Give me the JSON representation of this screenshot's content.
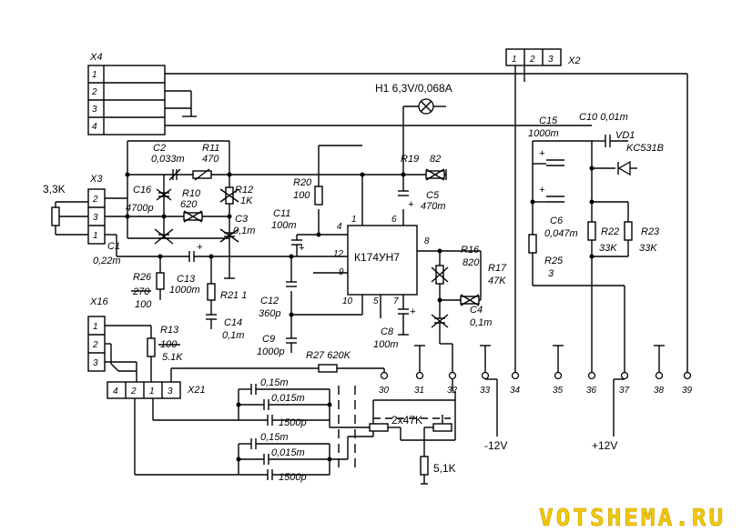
{
  "watermark": "VOTSHEMA.RU",
  "connectors": {
    "x4": "X4",
    "x3": "X3",
    "x2": "X2",
    "x16": "X16",
    "x21": "X21",
    "x4_pins": [
      "1",
      "2",
      "3",
      "4"
    ],
    "x3_pins": [
      "2",
      "3",
      "1"
    ],
    "x2_pins": [
      "1",
      "2",
      "3"
    ],
    "x16_pins": [
      "1",
      "2",
      "3"
    ],
    "x21_pins": [
      "4",
      "2",
      "1",
      "3"
    ]
  },
  "lamp": "H1 6,3V/0,068A",
  "ic": {
    "name": "К174УН7",
    "pins": [
      "1",
      "6",
      "4",
      "12",
      "9",
      "10",
      "5",
      "7",
      "8"
    ]
  },
  "components": {
    "ext_pot": "3,3K",
    "c1": "C1",
    "c1_val": "0,22m",
    "c2": "C2",
    "c2_val": "0,033m",
    "c16": "C16",
    "c16_val": "4700p",
    "r11": "R11",
    "r11_val": "470",
    "r10": "R10",
    "r10_val": "620",
    "r12": "R12",
    "r12_val": "1K",
    "c3": "C3",
    "c3_val": "0,1m",
    "r19": "R19",
    "r19_val": "82",
    "c5": "C5",
    "c5_val": "470m",
    "r20": "R20",
    "r20_val": "100",
    "c11": "C11",
    "c11_val": "100m",
    "c13": "C13",
    "c13_val": "1000m",
    "r26": "R26",
    "r26_old": "270",
    "r26_val": "100",
    "r21": "R21 1",
    "c14": "C14",
    "c14_val": "0,1m",
    "c12": "C12",
    "c12_val": "360p",
    "c9": "C9",
    "c9_val": "1000p",
    "r13": "R13",
    "r13_old": "100",
    "r13_val": "5.1K",
    "r27": "R27 620K",
    "c8": "C8",
    "c8_val": "100m",
    "r16": "R16",
    "r16_val": "820",
    "r17": "R17",
    "r17_val": "47K",
    "c4": "C4",
    "c4_val": "0,1m",
    "c15": "C15",
    "c15_val": "1000m",
    "c10": "C10 0,01m",
    "vd1": "VD1",
    "vd1_val": "KC531B",
    "c6": "C6",
    "c6_val": "0,047m",
    "r22": "R22",
    "r22_val": "33K",
    "r23": "R23",
    "r23_val": "33K",
    "r25": "R25",
    "r25_val": "3",
    "pot2": "2x47K",
    "r_bottom": "5,1K",
    "caps_a": [
      "0,15m",
      "0,015m",
      "1500p"
    ],
    "caps_b": [
      "0,15m",
      "0,015m",
      "1500p"
    ]
  },
  "terminals": [
    "30",
    "31",
    "32",
    "33",
    "34",
    "35",
    "36",
    "37",
    "38",
    "39"
  ],
  "supplies": {
    "neg": "-12V",
    "pos": "+12V"
  }
}
